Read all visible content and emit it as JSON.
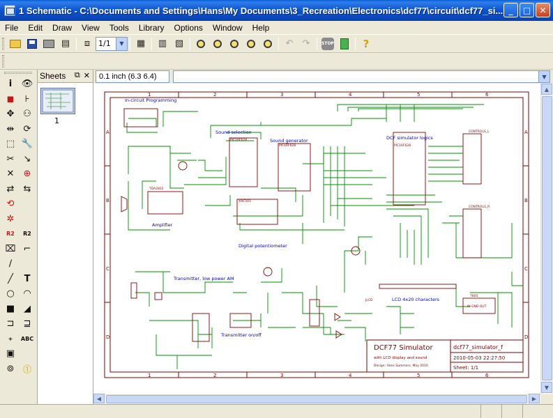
{
  "window": {
    "title": "1 Schematic - C:\\Documents and Settings\\Hans\\My Documents\\3_Recreation\\Electronics\\dcf77\\circuit\\dcf77_si...",
    "minimize": "_",
    "maximize": "□",
    "close": "✕"
  },
  "menu": [
    "File",
    "Edit",
    "Draw",
    "View",
    "Tools",
    "Library",
    "Options",
    "Window",
    "Help"
  ],
  "toolbar": {
    "zoom_value": "1/1",
    "stop_label": "STOP",
    "help_label": "?"
  },
  "sheets_panel": {
    "title": "Sheets",
    "pin": "⧉",
    "close": "✕",
    "thumb_label": "1"
  },
  "coord_display": "0.1 inch (6.3 6.4)",
  "schematic": {
    "col_labels": [
      "1",
      "2",
      "3",
      "4",
      "5",
      "6"
    ],
    "row_labels": [
      "A",
      "B",
      "C",
      "D"
    ],
    "blocks": {
      "icp": "In-circuit Programming",
      "sound_selection": "Sound selection",
      "sound_generator": "Sound generator",
      "logics": "DCF simulator logics",
      "amplifier": "Amplifier",
      "digital_pot": "Digital potentiometer",
      "transmitter": "Transmitter, low power AM",
      "lcd": "LCD 4x20 characters",
      "tx_onoff": "Transmitter on/off"
    },
    "parts": {
      "pic1": "PIC16F628",
      "pic2": "PIC16F628",
      "pic3": "PIC16F628",
      "amp_ic": "TDA2822",
      "pot_ic": "X9C503",
      "conn1": "CONTROLS_L",
      "conn2": "CONTROLS_R",
      "lcd_conn": "JLCD",
      "reg": "7805",
      "reg_pins": "IN  GND  OUT"
    },
    "title_block": {
      "name": "DCF77 Simulator",
      "subtitle": "with LCD display and sound",
      "designer": "Design: Hans Summers, May 2010",
      "file": "dcf77_simulator_f",
      "date": "2010-05-03  22:27:50",
      "sheet": "Sheet: 1/1"
    }
  },
  "colors": {
    "wire": "#009000",
    "frame": "#800000",
    "label": "#0000c8",
    "part": "#840000",
    "titlebar": "#0a52d1"
  }
}
